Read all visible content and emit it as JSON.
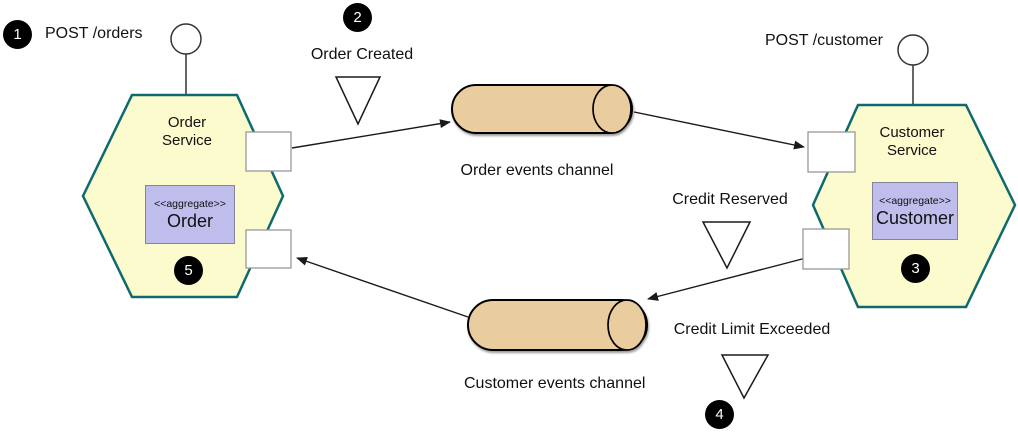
{
  "colors": {
    "background": "#FFFFFF",
    "hexagon_fill": "#FBFBCD",
    "hexagon_border": "#0E6A6E",
    "aggregate_fill": "#BEBDEC",
    "aggregate_border": "#84849B",
    "channel_fill": "#EACD9E",
    "channel_border": "#000000",
    "port_fill": "#FFFFFF",
    "port_border": "#999999",
    "badge_bg": "#000000",
    "badge_text": "#FFFFFF",
    "line_color": "#1A1A1A",
    "triangle_fill": "#FFFFFF",
    "lollipop_fill": "#FFFFFF",
    "lollipop_stroke": "#333333"
  },
  "badges": {
    "step1": "1",
    "step2": "2",
    "step3": "3",
    "step4": "4",
    "step5": "5"
  },
  "labels": {
    "post_orders": "POST /orders",
    "post_customer": "POST /customer",
    "order_created": "Order Created",
    "credit_reserved": "Credit Reserved",
    "credit_limit_exceeded": "Credit Limit Exceeded",
    "order_events_channel": "Order events channel",
    "customer_events_channel": "Customer events channel"
  },
  "services": {
    "order": {
      "name_line1": "Order",
      "name_line2": "Service",
      "aggregate_stereotype": "<<aggregate>>",
      "aggregate_name": "Order"
    },
    "customer": {
      "name_line1": "Customer",
      "name_line2": "Service",
      "aggregate_stereotype": "<<aggregate>>",
      "aggregate_name": "Customer"
    }
  }
}
